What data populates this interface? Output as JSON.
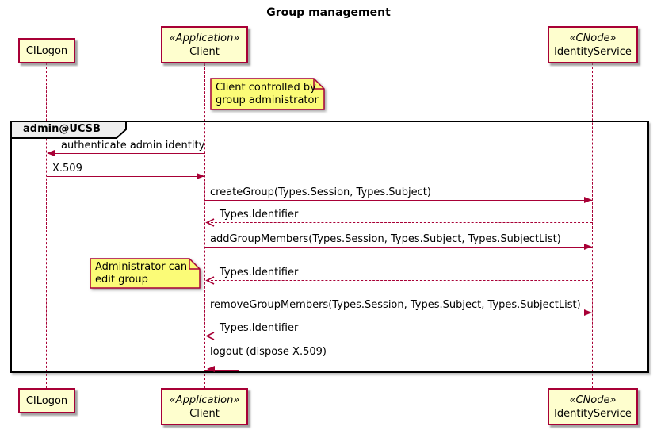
{
  "title": "Group management",
  "colors": {
    "accent": "#A80036",
    "participant_fill": "#FEFECE",
    "note_fill": "#FBFB77",
    "frame_label_fill": "#EEEEEE",
    "frame_border": "#000000"
  },
  "participants": [
    {
      "stereotype": "",
      "name": "CILogon"
    },
    {
      "stereotype": "«Application»",
      "name": "Client"
    },
    {
      "stereotype": "«CNode»",
      "name": "IdentityService"
    }
  ],
  "frame": {
    "label": "admin@UCSB"
  },
  "notes": [
    {
      "text": "Client controlled by\ngroup administrator",
      "attached_to": "Client"
    },
    {
      "text": "Administrator can\nedit group",
      "attached_to": "Client"
    }
  ],
  "messages": [
    {
      "label": "authenticate admin identity",
      "from": "Client",
      "to": "CILogon",
      "line": "solid"
    },
    {
      "label": "X.509",
      "from": "CILogon",
      "to": "Client",
      "line": "solid"
    },
    {
      "label": "createGroup(Types.Session, Types.Subject)",
      "from": "Client",
      "to": "IdentityService",
      "line": "solid"
    },
    {
      "label": "Types.Identifier",
      "from": "IdentityService",
      "to": "Client",
      "line": "dashed"
    },
    {
      "label": "addGroupMembers(Types.Session, Types.Subject, Types.SubjectList)",
      "from": "Client",
      "to": "IdentityService",
      "line": "solid"
    },
    {
      "label": "Types.Identifier",
      "from": "IdentityService",
      "to": "Client",
      "line": "dashed"
    },
    {
      "label": "removeGroupMembers(Types.Session, Types.Subject, Types.SubjectList)",
      "from": "Client",
      "to": "IdentityService",
      "line": "solid"
    },
    {
      "label": "Types.Identifier",
      "from": "IdentityService",
      "to": "Client",
      "line": "dashed"
    },
    {
      "label": "logout (dispose X.509)",
      "from": "Client",
      "to": "Client",
      "line": "self"
    }
  ]
}
